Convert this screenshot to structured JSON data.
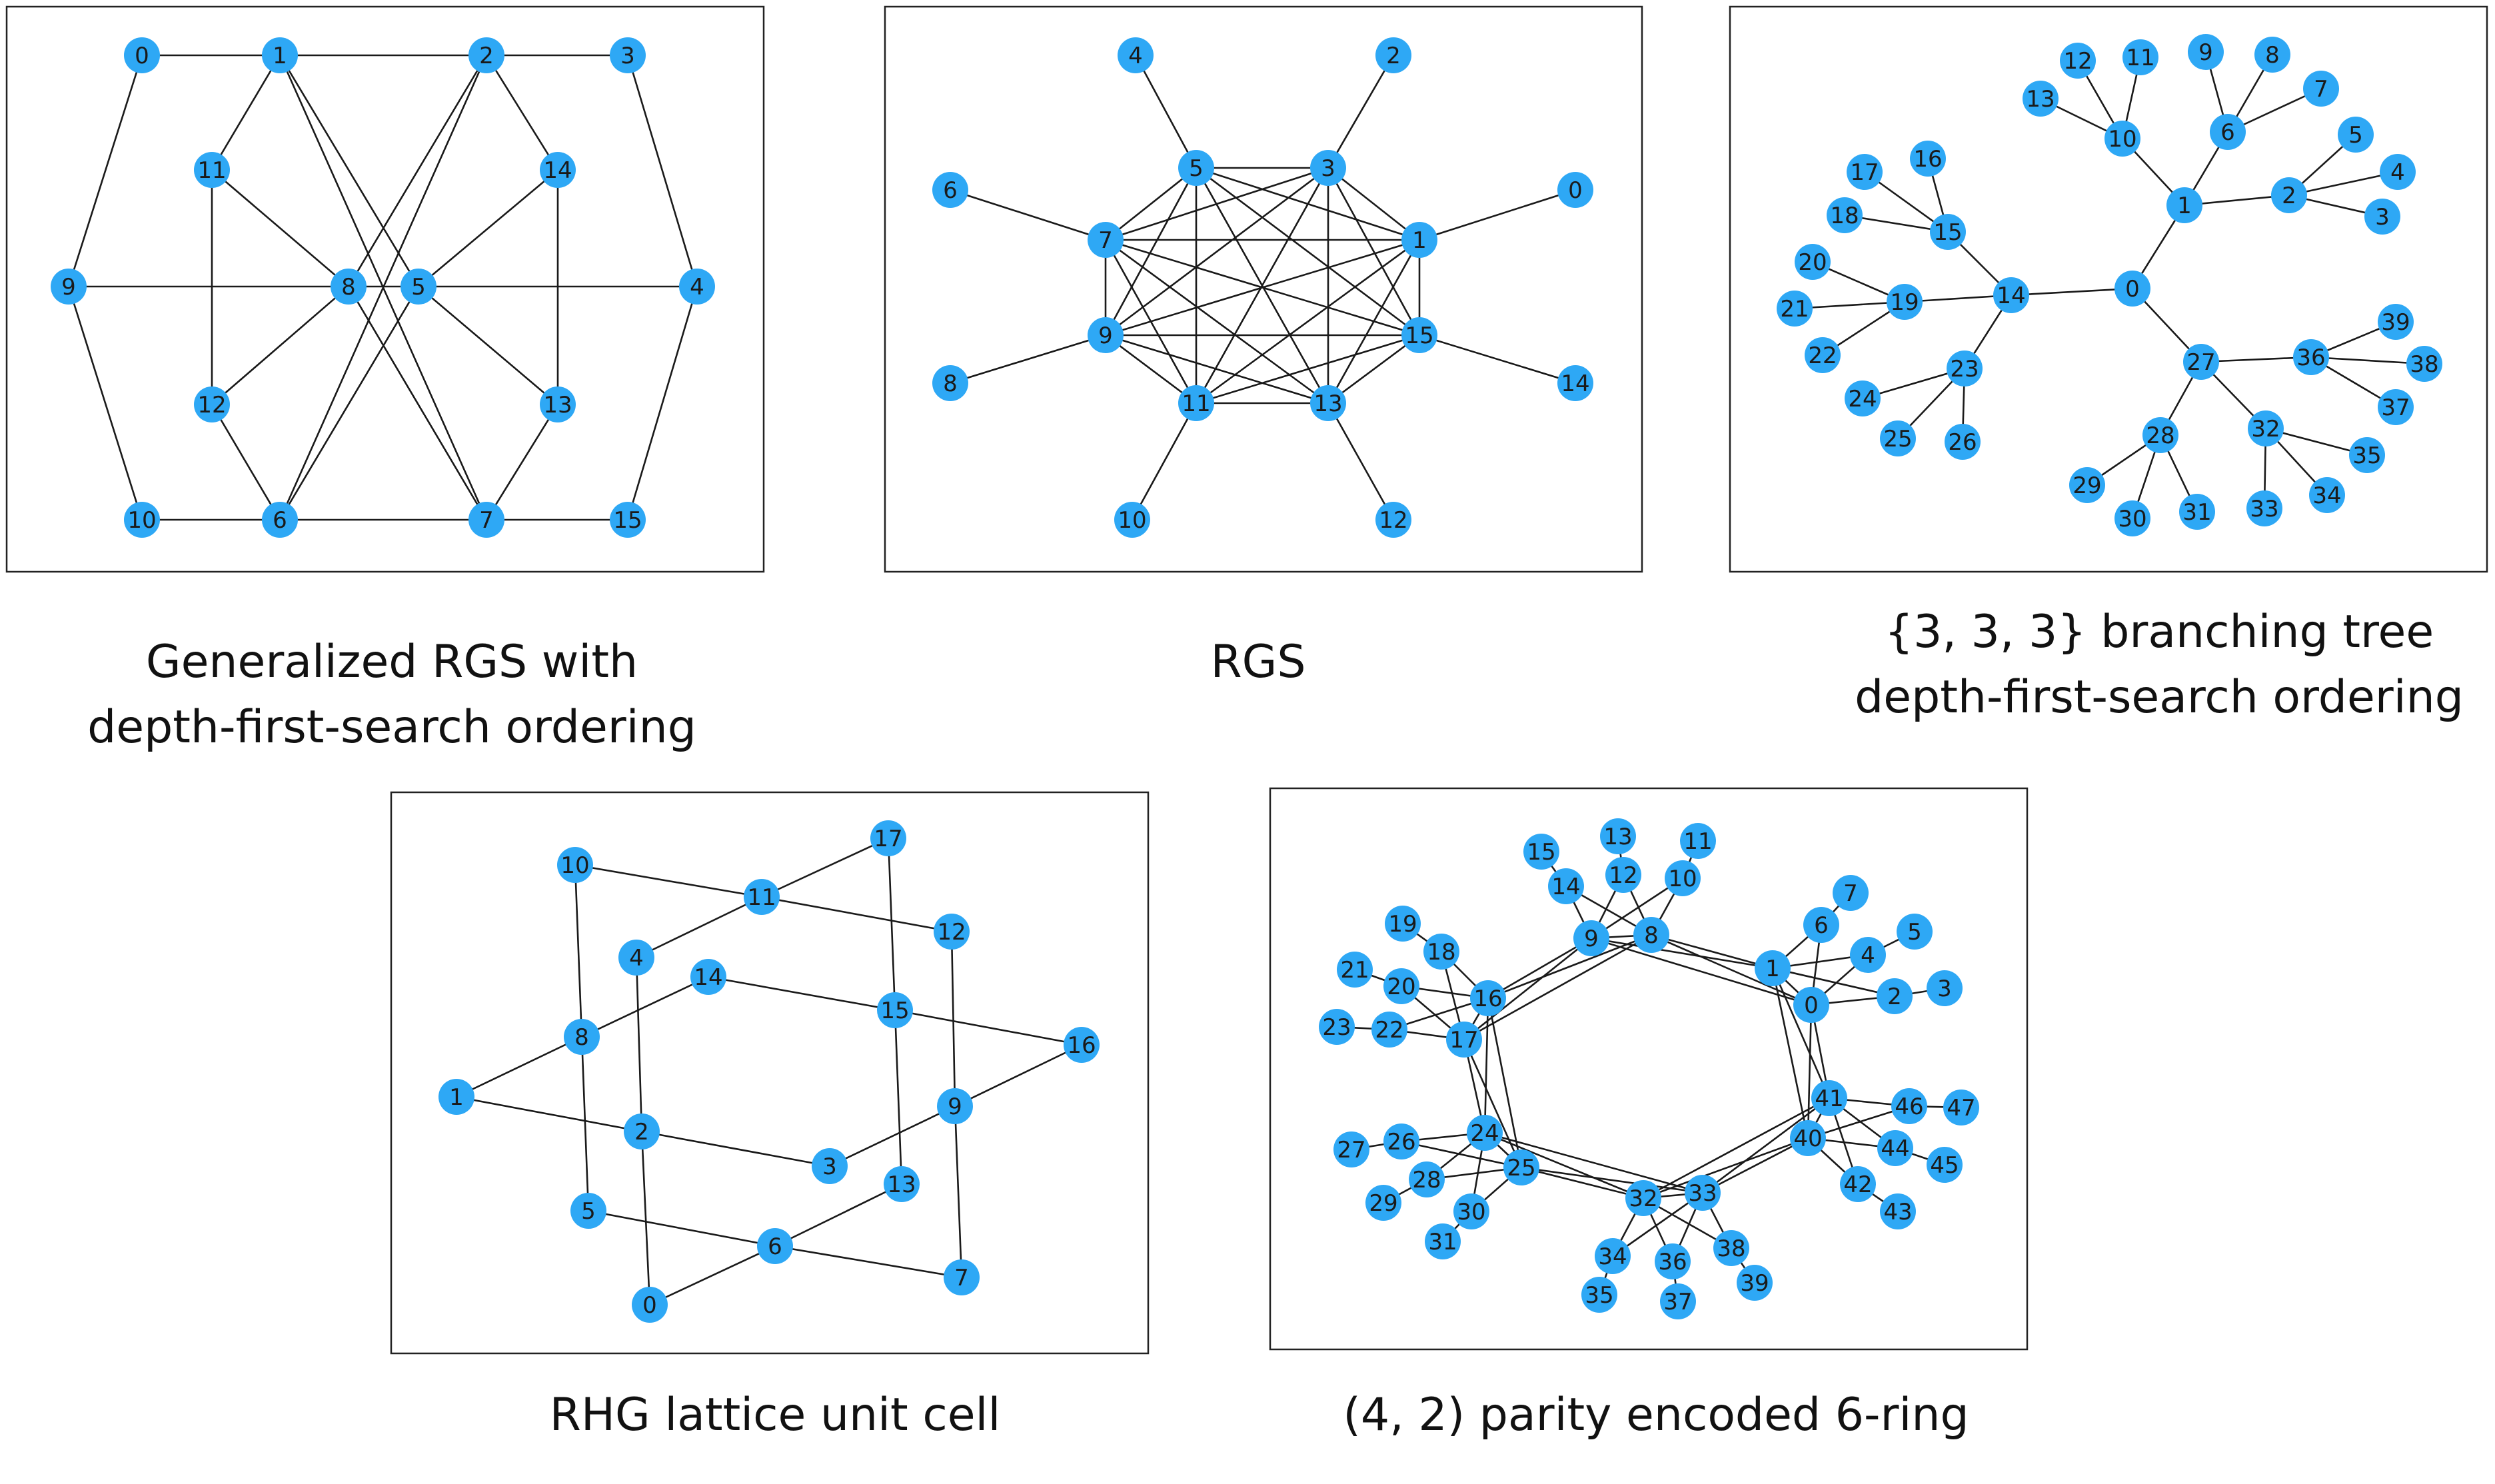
{
  "node_color": "#2ea8f5",
  "edge_color": "#1a1a1a",
  "panels": [
    {
      "id": "generalized-rgs",
      "caption_lines": [
        "Generalized RGS with",
        "depth-first-search ordering"
      ],
      "nodes": [
        "0",
        "1",
        "2",
        "3",
        "4",
        "5",
        "6",
        "7",
        "8",
        "9",
        "10",
        "11",
        "12",
        "13",
        "14",
        "15"
      ],
      "edges": [
        [
          "0",
          "1"
        ],
        [
          "1",
          "2"
        ],
        [
          "2",
          "3"
        ],
        [
          "0",
          "9"
        ],
        [
          "9",
          "10"
        ],
        [
          "10",
          "6"
        ],
        [
          "6",
          "7"
        ],
        [
          "7",
          "15"
        ],
        [
          "15",
          "4"
        ],
        [
          "4",
          "3"
        ],
        [
          "9",
          "8"
        ],
        [
          "8",
          "5"
        ],
        [
          "5",
          "4"
        ],
        [
          "1",
          "11"
        ],
        [
          "11",
          "12"
        ],
        [
          "11",
          "8"
        ],
        [
          "12",
          "8"
        ],
        [
          "12",
          "6"
        ],
        [
          "1",
          "5"
        ],
        [
          "1",
          "7"
        ],
        [
          "2",
          "14"
        ],
        [
          "2",
          "6"
        ],
        [
          "2",
          "8"
        ],
        [
          "5",
          "14"
        ],
        [
          "5",
          "13"
        ],
        [
          "5",
          "6"
        ],
        [
          "14",
          "13"
        ],
        [
          "13",
          "7"
        ],
        [
          "8",
          "7"
        ]
      ]
    },
    {
      "id": "rgs",
      "caption_lines": [
        "RGS"
      ],
      "nodes": [
        "0",
        "1",
        "2",
        "3",
        "4",
        "5",
        "6",
        "7",
        "8",
        "9",
        "10",
        "11",
        "12",
        "13",
        "14",
        "15"
      ],
      "edges": [
        [
          "5",
          "3"
        ],
        [
          "5",
          "1"
        ],
        [
          "5",
          "15"
        ],
        [
          "5",
          "13"
        ],
        [
          "5",
          "11"
        ],
        [
          "5",
          "9"
        ],
        [
          "5",
          "7"
        ],
        [
          "3",
          "1"
        ],
        [
          "3",
          "15"
        ],
        [
          "3",
          "13"
        ],
        [
          "3",
          "11"
        ],
        [
          "3",
          "9"
        ],
        [
          "3",
          "7"
        ],
        [
          "1",
          "15"
        ],
        [
          "1",
          "13"
        ],
        [
          "1",
          "11"
        ],
        [
          "1",
          "9"
        ],
        [
          "1",
          "7"
        ],
        [
          "15",
          "13"
        ],
        [
          "15",
          "11"
        ],
        [
          "15",
          "9"
        ],
        [
          "15",
          "7"
        ],
        [
          "13",
          "11"
        ],
        [
          "13",
          "9"
        ],
        [
          "13",
          "7"
        ],
        [
          "11",
          "9"
        ],
        [
          "11",
          "7"
        ],
        [
          "9",
          "7"
        ],
        [
          "5",
          "4"
        ],
        [
          "3",
          "2"
        ],
        [
          "1",
          "0"
        ],
        [
          "15",
          "14"
        ],
        [
          "13",
          "12"
        ],
        [
          "11",
          "10"
        ],
        [
          "9",
          "8"
        ],
        [
          "7",
          "6"
        ]
      ]
    },
    {
      "id": "branching-tree",
      "caption_lines": [
        "{3, 3, 3} branching tree",
        "depth-first-search ordering"
      ],
      "nodes": [
        "0",
        "1",
        "2",
        "3",
        "4",
        "5",
        "6",
        "7",
        "8",
        "9",
        "10",
        "11",
        "12",
        "13",
        "14",
        "15",
        "16",
        "17",
        "18",
        "19",
        "20",
        "21",
        "22",
        "23",
        "24",
        "25",
        "26",
        "27",
        "28",
        "29",
        "30",
        "31",
        "32",
        "33",
        "34",
        "35",
        "36",
        "37",
        "38",
        "39"
      ],
      "edges": [
        [
          "0",
          "1"
        ],
        [
          "0",
          "14"
        ],
        [
          "0",
          "27"
        ],
        [
          "1",
          "2"
        ],
        [
          "1",
          "6"
        ],
        [
          "1",
          "10"
        ],
        [
          "2",
          "3"
        ],
        [
          "2",
          "4"
        ],
        [
          "2",
          "5"
        ],
        [
          "6",
          "7"
        ],
        [
          "6",
          "8"
        ],
        [
          "6",
          "9"
        ],
        [
          "10",
          "11"
        ],
        [
          "10",
          "12"
        ],
        [
          "10",
          "13"
        ],
        [
          "14",
          "15"
        ],
        [
          "14",
          "19"
        ],
        [
          "14",
          "23"
        ],
        [
          "15",
          "16"
        ],
        [
          "15",
          "17"
        ],
        [
          "15",
          "18"
        ],
        [
          "19",
          "20"
        ],
        [
          "19",
          "21"
        ],
        [
          "19",
          "22"
        ],
        [
          "23",
          "24"
        ],
        [
          "23",
          "25"
        ],
        [
          "23",
          "26"
        ],
        [
          "27",
          "28"
        ],
        [
          "27",
          "32"
        ],
        [
          "27",
          "36"
        ],
        [
          "28",
          "29"
        ],
        [
          "28",
          "30"
        ],
        [
          "28",
          "31"
        ],
        [
          "32",
          "33"
        ],
        [
          "32",
          "34"
        ],
        [
          "32",
          "35"
        ],
        [
          "36",
          "37"
        ],
        [
          "36",
          "38"
        ],
        [
          "36",
          "39"
        ]
      ]
    },
    {
      "id": "rhg-lattice",
      "caption_lines": [
        "RHG lattice unit cell"
      ],
      "nodes": [
        "0",
        "1",
        "2",
        "3",
        "4",
        "5",
        "6",
        "7",
        "8",
        "9",
        "10",
        "11",
        "12",
        "13",
        "14",
        "15",
        "16",
        "17"
      ],
      "edges": [
        [
          "10",
          "11"
        ],
        [
          "11",
          "12"
        ],
        [
          "11",
          "4"
        ],
        [
          "11",
          "17"
        ],
        [
          "10",
          "8"
        ],
        [
          "8",
          "5"
        ],
        [
          "8",
          "1"
        ],
        [
          "8",
          "14"
        ],
        [
          "14",
          "15"
        ],
        [
          "15",
          "16"
        ],
        [
          "15",
          "17"
        ],
        [
          "15",
          "13"
        ],
        [
          "12",
          "9"
        ],
        [
          "16",
          "9"
        ],
        [
          "9",
          "3"
        ],
        [
          "9",
          "7"
        ],
        [
          "1",
          "2"
        ],
        [
          "2",
          "3"
        ],
        [
          "4",
          "2"
        ],
        [
          "2",
          "0"
        ],
        [
          "0",
          "6"
        ],
        [
          "6",
          "13"
        ],
        [
          "5",
          "6"
        ],
        [
          "6",
          "7"
        ]
      ]
    },
    {
      "id": "parity-ring",
      "caption_lines": [
        "(4, 2) parity encoded 6-ring"
      ],
      "nodes": [
        "0",
        "1",
        "2",
        "3",
        "4",
        "5",
        "6",
        "7",
        "8",
        "9",
        "10",
        "11",
        "12",
        "13",
        "14",
        "15",
        "16",
        "17",
        "18",
        "19",
        "20",
        "21",
        "22",
        "23",
        "24",
        "25",
        "26",
        "27",
        "28",
        "29",
        "30",
        "31",
        "32",
        "33",
        "34",
        "35",
        "36",
        "37",
        "38",
        "39",
        "40",
        "41",
        "42",
        "43",
        "44",
        "45",
        "46",
        "47"
      ],
      "edges": [
        [
          "0",
          "1"
        ],
        [
          "0",
          "2"
        ],
        [
          "0",
          "4"
        ],
        [
          "0",
          "6"
        ],
        [
          "1",
          "2"
        ],
        [
          "1",
          "4"
        ],
        [
          "1",
          "6"
        ],
        [
          "4",
          "5"
        ],
        [
          "6",
          "7"
        ],
        [
          "2",
          "3"
        ],
        [
          "8",
          "9"
        ],
        [
          "8",
          "10"
        ],
        [
          "8",
          "12"
        ],
        [
          "8",
          "14"
        ],
        [
          "9",
          "10"
        ],
        [
          "9",
          "12"
        ],
        [
          "9",
          "14"
        ],
        [
          "12",
          "13"
        ],
        [
          "14",
          "15"
        ],
        [
          "10",
          "11"
        ],
        [
          "16",
          "17"
        ],
        [
          "16",
          "18"
        ],
        [
          "16",
          "20"
        ],
        [
          "16",
          "22"
        ],
        [
          "17",
          "18"
        ],
        [
          "17",
          "20"
        ],
        [
          "17",
          "22"
        ],
        [
          "18",
          "19"
        ],
        [
          "20",
          "21"
        ],
        [
          "22",
          "23"
        ],
        [
          "24",
          "25"
        ],
        [
          "24",
          "26"
        ],
        [
          "24",
          "28"
        ],
        [
          "24",
          "30"
        ],
        [
          "25",
          "26"
        ],
        [
          "25",
          "28"
        ],
        [
          "25",
          "30"
        ],
        [
          "26",
          "27"
        ],
        [
          "28",
          "29"
        ],
        [
          "30",
          "31"
        ],
        [
          "32",
          "33"
        ],
        [
          "32",
          "34"
        ],
        [
          "32",
          "36"
        ],
        [
          "32",
          "38"
        ],
        [
          "33",
          "34"
        ],
        [
          "33",
          "36"
        ],
        [
          "33",
          "38"
        ],
        [
          "34",
          "35"
        ],
        [
          "36",
          "37"
        ],
        [
          "38",
          "39"
        ],
        [
          "40",
          "41"
        ],
        [
          "40",
          "42"
        ],
        [
          "40",
          "44"
        ],
        [
          "40",
          "46"
        ],
        [
          "41",
          "42"
        ],
        [
          "41",
          "44"
        ],
        [
          "41",
          "46"
        ],
        [
          "42",
          "43"
        ],
        [
          "44",
          "45"
        ],
        [
          "46",
          "47"
        ],
        [
          "0",
          "8"
        ],
        [
          "1",
          "9"
        ],
        [
          "0",
          "9"
        ],
        [
          "1",
          "8"
        ],
        [
          "8",
          "16"
        ],
        [
          "9",
          "17"
        ],
        [
          "8",
          "17"
        ],
        [
          "9",
          "16"
        ],
        [
          "16",
          "24"
        ],
        [
          "17",
          "25"
        ],
        [
          "16",
          "25"
        ],
        [
          "17",
          "24"
        ],
        [
          "24",
          "32"
        ],
        [
          "25",
          "33"
        ],
        [
          "24",
          "33"
        ],
        [
          "25",
          "32"
        ],
        [
          "32",
          "40"
        ],
        [
          "33",
          "41"
        ],
        [
          "32",
          "41"
        ],
        [
          "33",
          "40"
        ],
        [
          "40",
          "0"
        ],
        [
          "41",
          "1"
        ],
        [
          "40",
          "1"
        ],
        [
          "41",
          "0"
        ]
      ]
    }
  ]
}
